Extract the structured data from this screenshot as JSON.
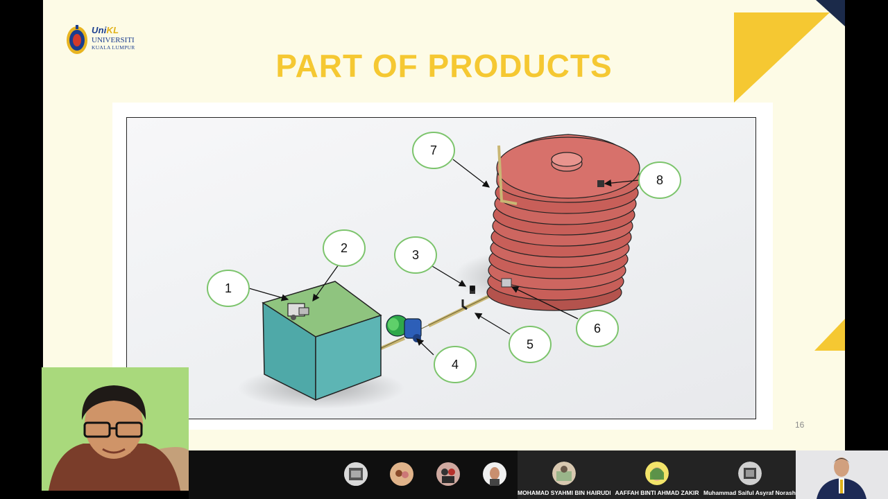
{
  "slide": {
    "title": "PART OF PRODUCTS",
    "page_number": "16",
    "logo": {
      "brand_uni": "Uni",
      "brand_kl": "KL",
      "line1": "UNIVERSITI",
      "line2": "KUALA LUMPUR"
    },
    "accent_color": "#f5c832",
    "navy_color": "#1b2a4a"
  },
  "diagram": {
    "callouts": [
      "1",
      "2",
      "3",
      "4",
      "5",
      "6",
      "7",
      "8"
    ],
    "tank_color": "#5db5b4",
    "tank_lid_color": "#8fc47f",
    "water_tank_color": "#cd6660",
    "pump_color": "#2fa84a",
    "callout_border_color": "#7cc46c"
  },
  "meeting": {
    "self_view_icon": "person-video",
    "participants": [
      {
        "name": "",
        "icon": "avatar-1"
      },
      {
        "name": "",
        "icon": "avatar-2"
      },
      {
        "name": "",
        "icon": "avatar-3"
      },
      {
        "name": "",
        "icon": "avatar-4"
      },
      {
        "name": "MOHAMAD SYAHMI BIN HAIRUDIN",
        "icon": "avatar-5"
      },
      {
        "name": "AAFFAH BINTI AHMAD ZAKIR",
        "icon": "avatar-6"
      },
      {
        "name": "Muhammad Saiful Asyraf Norashikin",
        "icon": "avatar-7"
      }
    ]
  }
}
